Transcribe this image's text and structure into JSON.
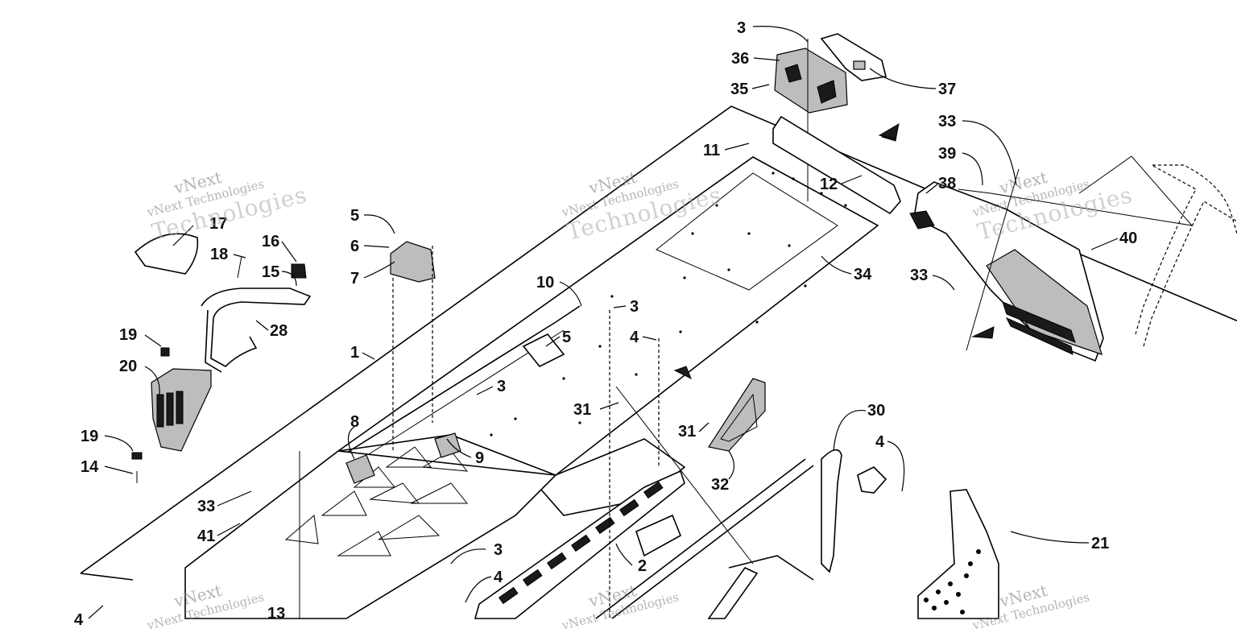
{
  "callouts": [
    {
      "id": "c3a",
      "label": "3"
    },
    {
      "id": "c36",
      "label": "36"
    },
    {
      "id": "c35",
      "label": "35"
    },
    {
      "id": "c37",
      "label": "37"
    },
    {
      "id": "c33a",
      "label": "33"
    },
    {
      "id": "c39",
      "label": "39"
    },
    {
      "id": "c38",
      "label": "38"
    },
    {
      "id": "c40",
      "label": "40"
    },
    {
      "id": "c33b",
      "label": "33"
    },
    {
      "id": "c11",
      "label": "11"
    },
    {
      "id": "c12",
      "label": "12"
    },
    {
      "id": "c34",
      "label": "34"
    },
    {
      "id": "c17",
      "label": "17"
    },
    {
      "id": "c18",
      "label": "18"
    },
    {
      "id": "c16",
      "label": "16"
    },
    {
      "id": "c15",
      "label": "15"
    },
    {
      "id": "c28",
      "label": "28"
    },
    {
      "id": "c19a",
      "label": "19"
    },
    {
      "id": "c20",
      "label": "20"
    },
    {
      "id": "c19b",
      "label": "19"
    },
    {
      "id": "c14",
      "label": "14"
    },
    {
      "id": "c5a",
      "label": "5"
    },
    {
      "id": "c6",
      "label": "6"
    },
    {
      "id": "c7",
      "label": "7"
    },
    {
      "id": "c10",
      "label": "10"
    },
    {
      "id": "c3b",
      "label": "3"
    },
    {
      "id": "c5b",
      "label": "5"
    },
    {
      "id": "c4a",
      "label": "4"
    },
    {
      "id": "c1",
      "label": "1"
    },
    {
      "id": "c3c",
      "label": "3"
    },
    {
      "id": "c31a",
      "label": "31"
    },
    {
      "id": "c8",
      "label": "8"
    },
    {
      "id": "c9",
      "label": "9"
    },
    {
      "id": "c31b",
      "label": "31"
    },
    {
      "id": "c30",
      "label": "30"
    },
    {
      "id": "c4b",
      "label": "4"
    },
    {
      "id": "c32",
      "label": "32"
    },
    {
      "id": "c33c",
      "label": "33"
    },
    {
      "id": "c41",
      "label": "41"
    },
    {
      "id": "c3d",
      "label": "3"
    },
    {
      "id": "c2",
      "label": "2"
    },
    {
      "id": "c4c",
      "label": "4"
    },
    {
      "id": "c21",
      "label": "21"
    },
    {
      "id": "c13",
      "label": "13"
    },
    {
      "id": "c4d",
      "label": "4"
    }
  ],
  "watermark": {
    "line1": "vNext",
    "line2": "vNext Technologies",
    "line3": "Technologies"
  }
}
